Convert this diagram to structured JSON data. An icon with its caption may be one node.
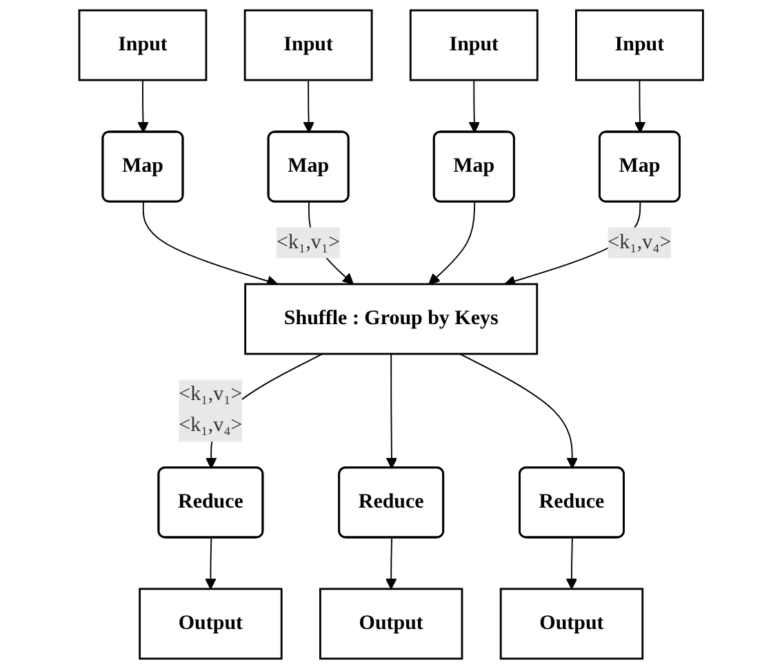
{
  "diagram": {
    "nodes": [
      {
        "text": [
          "Input"
        ]
      },
      {
        "text": [
          "Input"
        ]
      },
      {
        "text": [
          "Input"
        ]
      },
      {
        "text": [
          "Input"
        ]
      },
      {
        "text": [
          "Map"
        ]
      },
      {
        "text": [
          "Map"
        ]
      },
      {
        "text": [
          "Map"
        ]
      },
      {
        "text": [
          "Map"
        ]
      },
      {
        "text": [
          "Shuffle : Group by Keys"
        ]
      },
      {
        "text": [
          "Reduce"
        ]
      },
      {
        "text": [
          "Reduce"
        ]
      },
      {
        "text": [
          "Reduce"
        ]
      },
      {
        "text": [
          "Output"
        ]
      },
      {
        "text": [
          "Output"
        ]
      },
      {
        "text": [
          "Output"
        ]
      }
    ],
    "edges": [
      {
        "from": 0,
        "to": 4,
        "arrow": "to"
      },
      {
        "from": 1,
        "to": 5,
        "arrow": "to"
      },
      {
        "from": 2,
        "to": 6,
        "arrow": "to"
      },
      {
        "from": 3,
        "to": 7,
        "arrow": "to"
      },
      {
        "from": 4,
        "to": 8,
        "arrow": "to"
      },
      {
        "from": 5,
        "to": 8,
        "arrow": "to",
        "label": "<k₁,v₁>"
      },
      {
        "from": 6,
        "to": 8,
        "arrow": "to"
      },
      {
        "from": 7,
        "to": 8,
        "arrow": "to",
        "label": "<k₁,v₄>"
      },
      {
        "from": 8,
        "to": 9,
        "arrow": "to",
        "label": "<k₁,v₁> <k₁,v₄>"
      },
      {
        "from": 8,
        "to": 10,
        "arrow": "to"
      },
      {
        "from": 8,
        "to": 11,
        "arrow": "to"
      },
      {
        "from": 9,
        "to": 12,
        "arrow": "to"
      },
      {
        "from": 10,
        "to": 13,
        "arrow": "to"
      },
      {
        "from": 11,
        "to": 14,
        "arrow": "to"
      }
    ]
  }
}
